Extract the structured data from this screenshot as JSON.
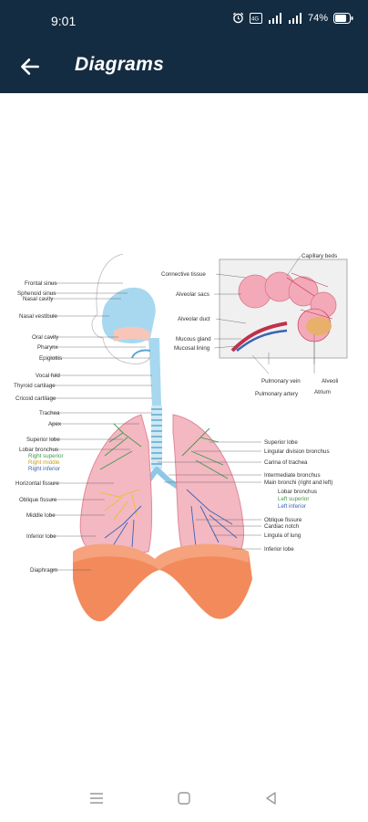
{
  "status": {
    "time": "9:01",
    "battery": "74%",
    "icons": [
      "alarm-icon",
      "data-icon",
      "signal-icon",
      "signal-icon",
      "battery-icon"
    ]
  },
  "header": {
    "title": "Diagrams",
    "back_icon": "arrow-left-icon"
  },
  "diagram": {
    "labels_left": [
      "Frontal sinus",
      "Sphenoid sinus",
      "Nasal cavity",
      "Nasal vestibule",
      "Oral cavity",
      "Pharynx",
      "Epiglottis",
      "Vocal fold",
      "Thyroid cartilage",
      "Cricoid cartilage",
      "Trachea",
      "Apex",
      "Superior lobe",
      "Lobar bronchus",
      "Right superior",
      "Right middle",
      "Right inferior",
      "Horizontal fissure",
      "Oblique fissure",
      "Middle lobe",
      "Inferior lobe",
      "Diaphragm"
    ],
    "labels_inset": [
      "Connective tissue",
      "Alveolar sacs",
      "Alveolar duct",
      "Mucous gland",
      "Mucosal lining",
      "Capillary beds",
      "Pulmonary vein",
      "Pulmonary artery",
      "Alveoli",
      "Atrium"
    ],
    "labels_right": [
      "Superior lobe",
      "Lingular division bronchus",
      "Carina of trachea",
      "Intermediate bronchus",
      "Main bronchi (right and left)",
      "Lobar bronchus",
      "Left superior",
      "Left inferior",
      "Oblique fissure",
      "Cardiac notch",
      "Lingula of lung",
      "Inferior lobe"
    ]
  },
  "nav": {
    "menu_icon": "menu-icon",
    "home_icon": "home-square-icon",
    "back_icon": "back-triangle-icon"
  }
}
